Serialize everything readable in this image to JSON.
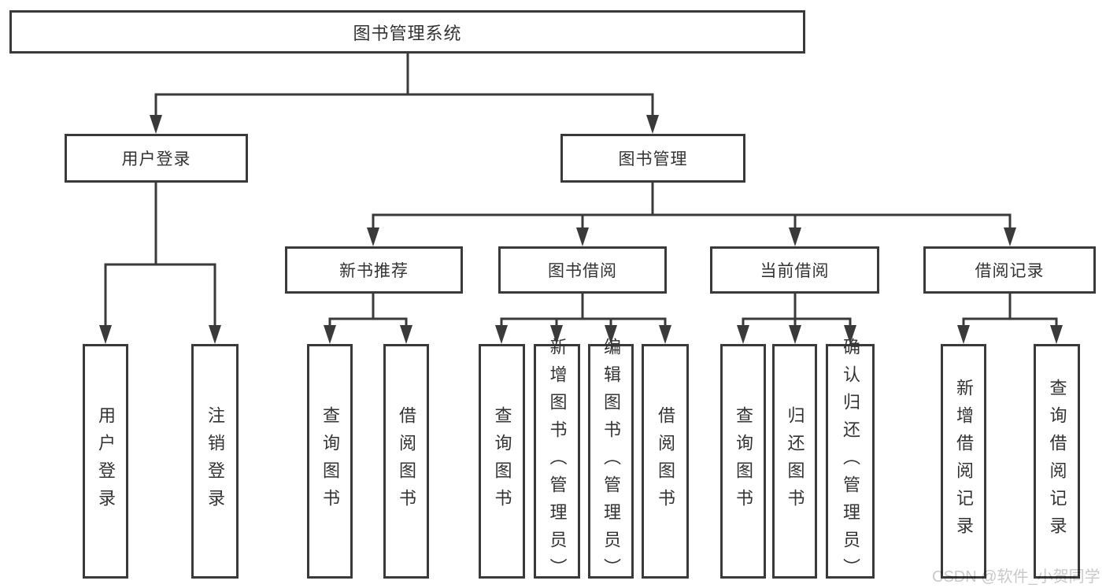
{
  "colors": {
    "line": "#3a3a3a",
    "text": "#333333",
    "watermark_text": "#c9c9c9",
    "background": "#ffffff"
  },
  "tree": {
    "label": "图书管理系统",
    "children": [
      {
        "label": "用户登录",
        "children": [
          {
            "label": "用户登录"
          },
          {
            "label": "注销登录"
          }
        ]
      },
      {
        "label": "图书管理",
        "children": [
          {
            "label": "新书推荐",
            "children": [
              {
                "label": "查询图书"
              },
              {
                "label": "借阅图书"
              }
            ]
          },
          {
            "label": "图书借阅",
            "children": [
              {
                "label": "查询图书"
              },
              {
                "label": "新增图书（管理员）"
              },
              {
                "label": "编辑图书（管理员）"
              },
              {
                "label": "借阅图书"
              }
            ]
          },
          {
            "label": "当前借阅",
            "children": [
              {
                "label": "查询图书"
              },
              {
                "label": "归还图书"
              },
              {
                "label": "确认归还（管理员）"
              }
            ]
          },
          {
            "label": "借阅记录",
            "children": [
              {
                "label": "新增借阅记录"
              },
              {
                "label": "查询借阅记录"
              }
            ]
          }
        ]
      }
    ]
  },
  "watermark": {
    "text": "CSDN @软件_小贺同学"
  }
}
